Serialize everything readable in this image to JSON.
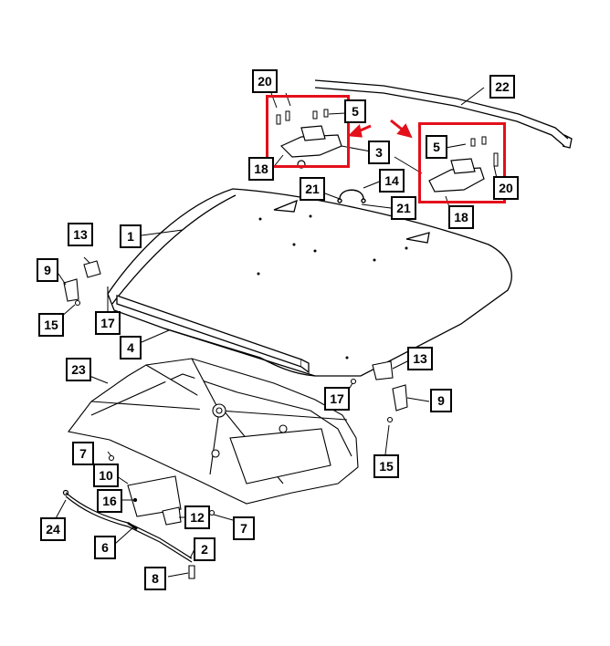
{
  "highlight_color": "#e3101b",
  "callouts": {
    "c20a": "20",
    "c5a": "5",
    "c3": "3",
    "c18a": "18",
    "c22": "22",
    "c5b": "5",
    "c20b": "20",
    "c18b": "18",
    "c21a": "21",
    "c14": "14",
    "c21b": "21",
    "c1": "1",
    "c13a": "13",
    "c9a": "9",
    "c15a": "15",
    "c17a": "17",
    "c4": "4",
    "c23": "23",
    "c13b": "13",
    "c9b": "9",
    "c17b": "17",
    "c15b": "15",
    "c7a": "7",
    "c10": "10",
    "c16": "16",
    "c12": "12",
    "c7b": "7",
    "c24": "24",
    "c6": "6",
    "c2": "2",
    "c8": "8"
  }
}
